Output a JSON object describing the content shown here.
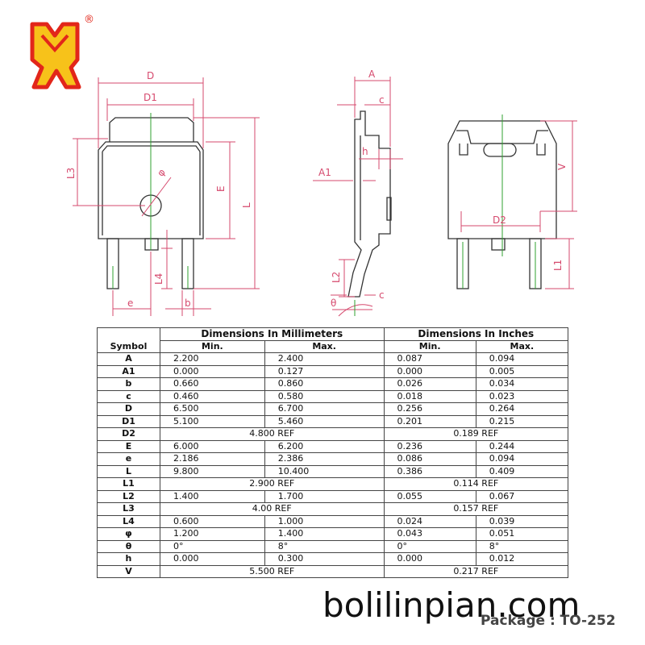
{
  "logo": {
    "registered_mark": "®",
    "color": "#e2261a",
    "fill": "#f7c21a"
  },
  "labels": {
    "D": "D",
    "D1": "D1",
    "L3": "L3",
    "E": "E",
    "L": "L",
    "phi": "φ",
    "L4": "L4",
    "e": "e",
    "b": "b",
    "A": "A",
    "c_top": "c",
    "h": "h",
    "A1": "A1",
    "L2": "L2",
    "theta": "θ",
    "c_bottom": "c",
    "V": "V",
    "D2": "D2",
    "L1": "L1"
  },
  "table": {
    "group_mm": "Dimensions In Millimeters",
    "group_in": "Dimensions In Inches",
    "symbol_header": "Symbol",
    "min_header": "Min.",
    "max_header": "Max.",
    "rows": [
      {
        "s": "A",
        "mm_min": "2.200",
        "mm_max": "2.400",
        "in_min": "0.087",
        "in_max": "0.094"
      },
      {
        "s": "A1",
        "mm_min": "0.000",
        "mm_max": "0.127",
        "in_min": "0.000",
        "in_max": "0.005"
      },
      {
        "s": "b",
        "mm_min": "0.660",
        "mm_max": "0.860",
        "in_min": "0.026",
        "in_max": "0.034"
      },
      {
        "s": "c",
        "mm_min": "0.460",
        "mm_max": "0.580",
        "in_min": "0.018",
        "in_max": "0.023"
      },
      {
        "s": "D",
        "mm_min": "6.500",
        "mm_max": "6.700",
        "in_min": "0.256",
        "in_max": "0.264"
      },
      {
        "s": "D1",
        "mm_min": "5.100",
        "mm_max": "5.460",
        "in_min": "0.201",
        "in_max": "0.215"
      },
      {
        "s": "D2",
        "mm": "4.800 REF",
        "in": "0.189 REF"
      },
      {
        "s": "E",
        "mm_min": "6.000",
        "mm_max": "6.200",
        "in_min": "0.236",
        "in_max": "0.244"
      },
      {
        "s": "e",
        "mm_min": "2.186",
        "mm_max": "2.386",
        "in_min": "0.086",
        "in_max": "0.094"
      },
      {
        "s": "L",
        "mm_min": "9.800",
        "mm_max": "10.400",
        "in_min": "0.386",
        "in_max": "0.409"
      },
      {
        "s": "L1",
        "mm": "2.900 REF",
        "in": "0.114 REF"
      },
      {
        "s": "L2",
        "mm_min": "1.400",
        "mm_max": "1.700",
        "in_min": "0.055",
        "in_max": "0.067"
      },
      {
        "s": "L3",
        "mm": "4.00 REF",
        "in": "0.157 REF"
      },
      {
        "s": "L4",
        "mm_min": "0.600",
        "mm_max": "1.000",
        "in_min": "0.024",
        "in_max": "0.039"
      },
      {
        "s": "φ",
        "mm_min": "1.200",
        "mm_max": "1.400",
        "in_min": "0.043",
        "in_max": "0.051"
      },
      {
        "s": "θ",
        "mm_min": "0°",
        "mm_max": "8°",
        "in_min": "0°",
        "in_max": "8°"
      },
      {
        "s": "h",
        "mm_min": "0.000",
        "mm_max": "0.300",
        "in_min": "0.000",
        "in_max": "0.012"
      },
      {
        "s": "V",
        "mm": "5.500 REF",
        "in": "0.217 REF"
      }
    ]
  },
  "watermark": "bolilinpian.com",
  "package_caption": "Package : TO-252"
}
